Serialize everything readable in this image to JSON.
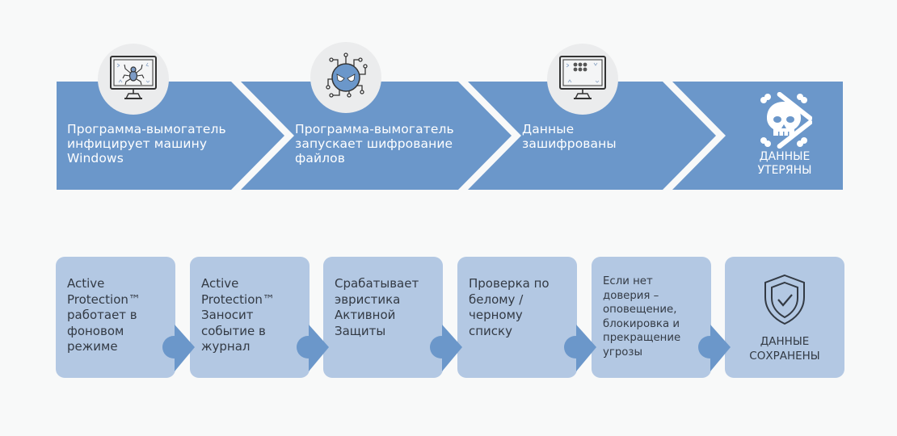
{
  "colors": {
    "background": "#f8f9f9",
    "top_chevron": "#6b97ca",
    "bottom_box": "#b3c8e3",
    "bottom_connector": "#6b97ca",
    "icon_circle": "#ebeced",
    "text_dark": "#333a44",
    "text_light": "#ffffff"
  },
  "attack_flow": {
    "steps": [
      {
        "text_lines": [
          "Программа-вымогатель",
          "инфицирует машину",
          "Windows"
        ],
        "icon": "infected-monitor-spider-icon"
      },
      {
        "text_lines": [
          "Программа-вымогатель",
          "запускает шифрование",
          "файлов"
        ],
        "icon": "malware-virus-icon"
      },
      {
        "text_lines": [
          "Данные",
          "зашифрованы"
        ],
        "icon": "encrypted-monitor-icon"
      }
    ],
    "outcome": {
      "text_lines": [
        "ДАННЫЕ",
        "УТЕРЯНЫ"
      ],
      "icon": "skull-crossbones-icon"
    }
  },
  "protection_flow": {
    "steps": [
      {
        "text_lines": [
          "Active",
          "Protection™",
          "работает в",
          "фоновом",
          "режиме"
        ]
      },
      {
        "text_lines": [
          "Active",
          "Protection™",
          "Заносит",
          "событие в",
          "журнал"
        ]
      },
      {
        "text_lines": [
          "Срабатывает",
          "эвристика",
          "Активной",
          "Защиты"
        ]
      },
      {
        "text_lines": [
          "Проверка по",
          "белому /",
          "черному",
          "списку"
        ]
      },
      {
        "text_lines": [
          "Если нет",
          "доверия –",
          "оповещение,",
          "блокировка и",
          "прекращение",
          "угрозы"
        ]
      }
    ],
    "outcome": {
      "text_lines": [
        "ДАННЫЕ",
        "СОХРАНЕНЫ"
      ],
      "icon": "shield-check-icon"
    }
  }
}
